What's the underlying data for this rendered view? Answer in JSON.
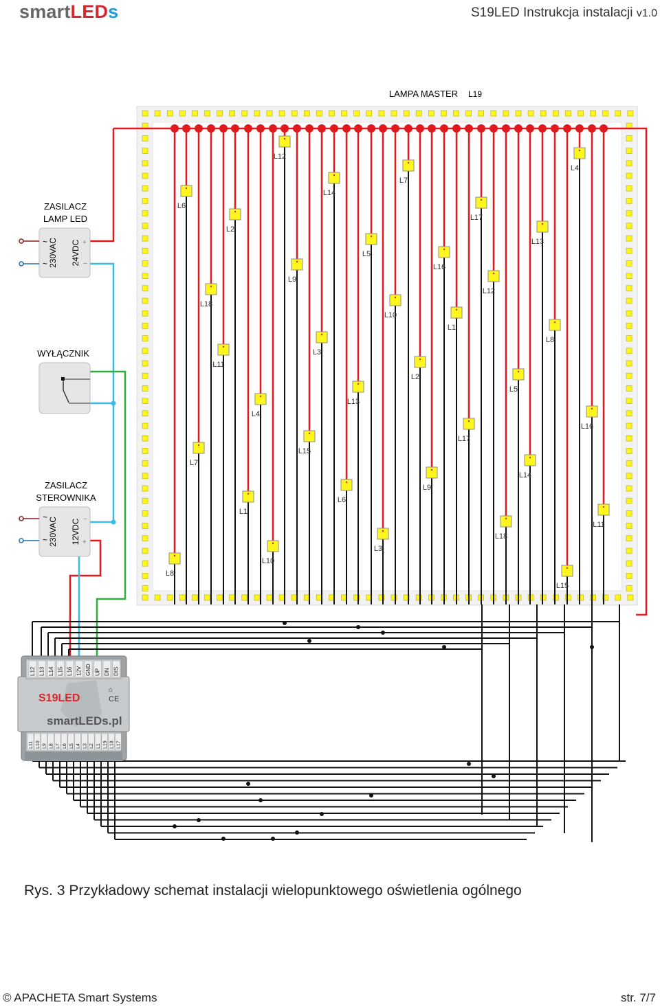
{
  "header": {
    "logo_smart": "smart",
    "logo_led": "LED",
    "logo_s": "s",
    "doc_title": "S19LED Instrukcja instalacji",
    "doc_version": "v1.0"
  },
  "diagram": {
    "lamp_master": "LAMPA MASTER",
    "lamp_master_id": "L19",
    "psu_led_title_1": "ZASILACZ",
    "psu_led_title_2": "LAMP LED",
    "psu_led_in": "230VAC",
    "psu_led_out": "24VDC",
    "switch_title": "WYŁĄCZNIK",
    "psu_ctrl_title_1": "ZASILACZ",
    "psu_ctrl_title_2": "STEROWNIKA",
    "psu_ctrl_in": "230VAC",
    "psu_ctrl_out": "12VDC",
    "controller_name": "S19LED",
    "controller_brand": "smartLEDs.pl",
    "controller_top_terminals": [
      "L12",
      "L13",
      "L14",
      "L15",
      "L16",
      "12V",
      "GND",
      "UP",
      "DN",
      "DIS"
    ],
    "controller_bottom_terminals": [
      "L11",
      "L10",
      "L9",
      "L8",
      "L7",
      "L6",
      "L5",
      "L4",
      "L3",
      "L2",
      "L1",
      "L19",
      "L18",
      "L17"
    ],
    "led_labels": [
      "L8",
      "L6",
      "L18",
      "L7",
      "L2",
      "L11",
      "L4",
      "L1",
      "L10",
      "L12",
      "L9",
      "L15",
      "L14",
      "L3",
      "L6",
      "L13",
      "L5",
      "L3",
      "L10",
      "L7",
      "L2",
      "L9",
      "L16",
      "L1",
      "L17",
      "L17",
      "L12",
      "L18",
      "L5",
      "L14",
      "L13",
      "L8",
      "L15",
      "L4",
      "L16",
      "L11"
    ]
  },
  "caption": "Rys. 3 Przykładowy schemat instalacji wielopunktowego oświetlenia ogólnego",
  "footer": {
    "copyright": "© APACHETA Smart Systems",
    "page": "str. 7/7"
  },
  "colors": {
    "positive": "#e0191f",
    "negative": "#38b9e6",
    "switch": "#2fae3a",
    "signal": "#111111",
    "led": "#fff61e"
  }
}
